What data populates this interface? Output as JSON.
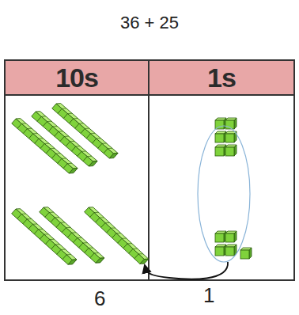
{
  "diagram": {
    "title": "36 + 25",
    "nodes": [
      {
        "text": [
          "10s"
        ]
      },
      {
        "text": [
          "1s"
        ]
      }
    ],
    "labels": [
      "6",
      "1"
    ]
  }
}
